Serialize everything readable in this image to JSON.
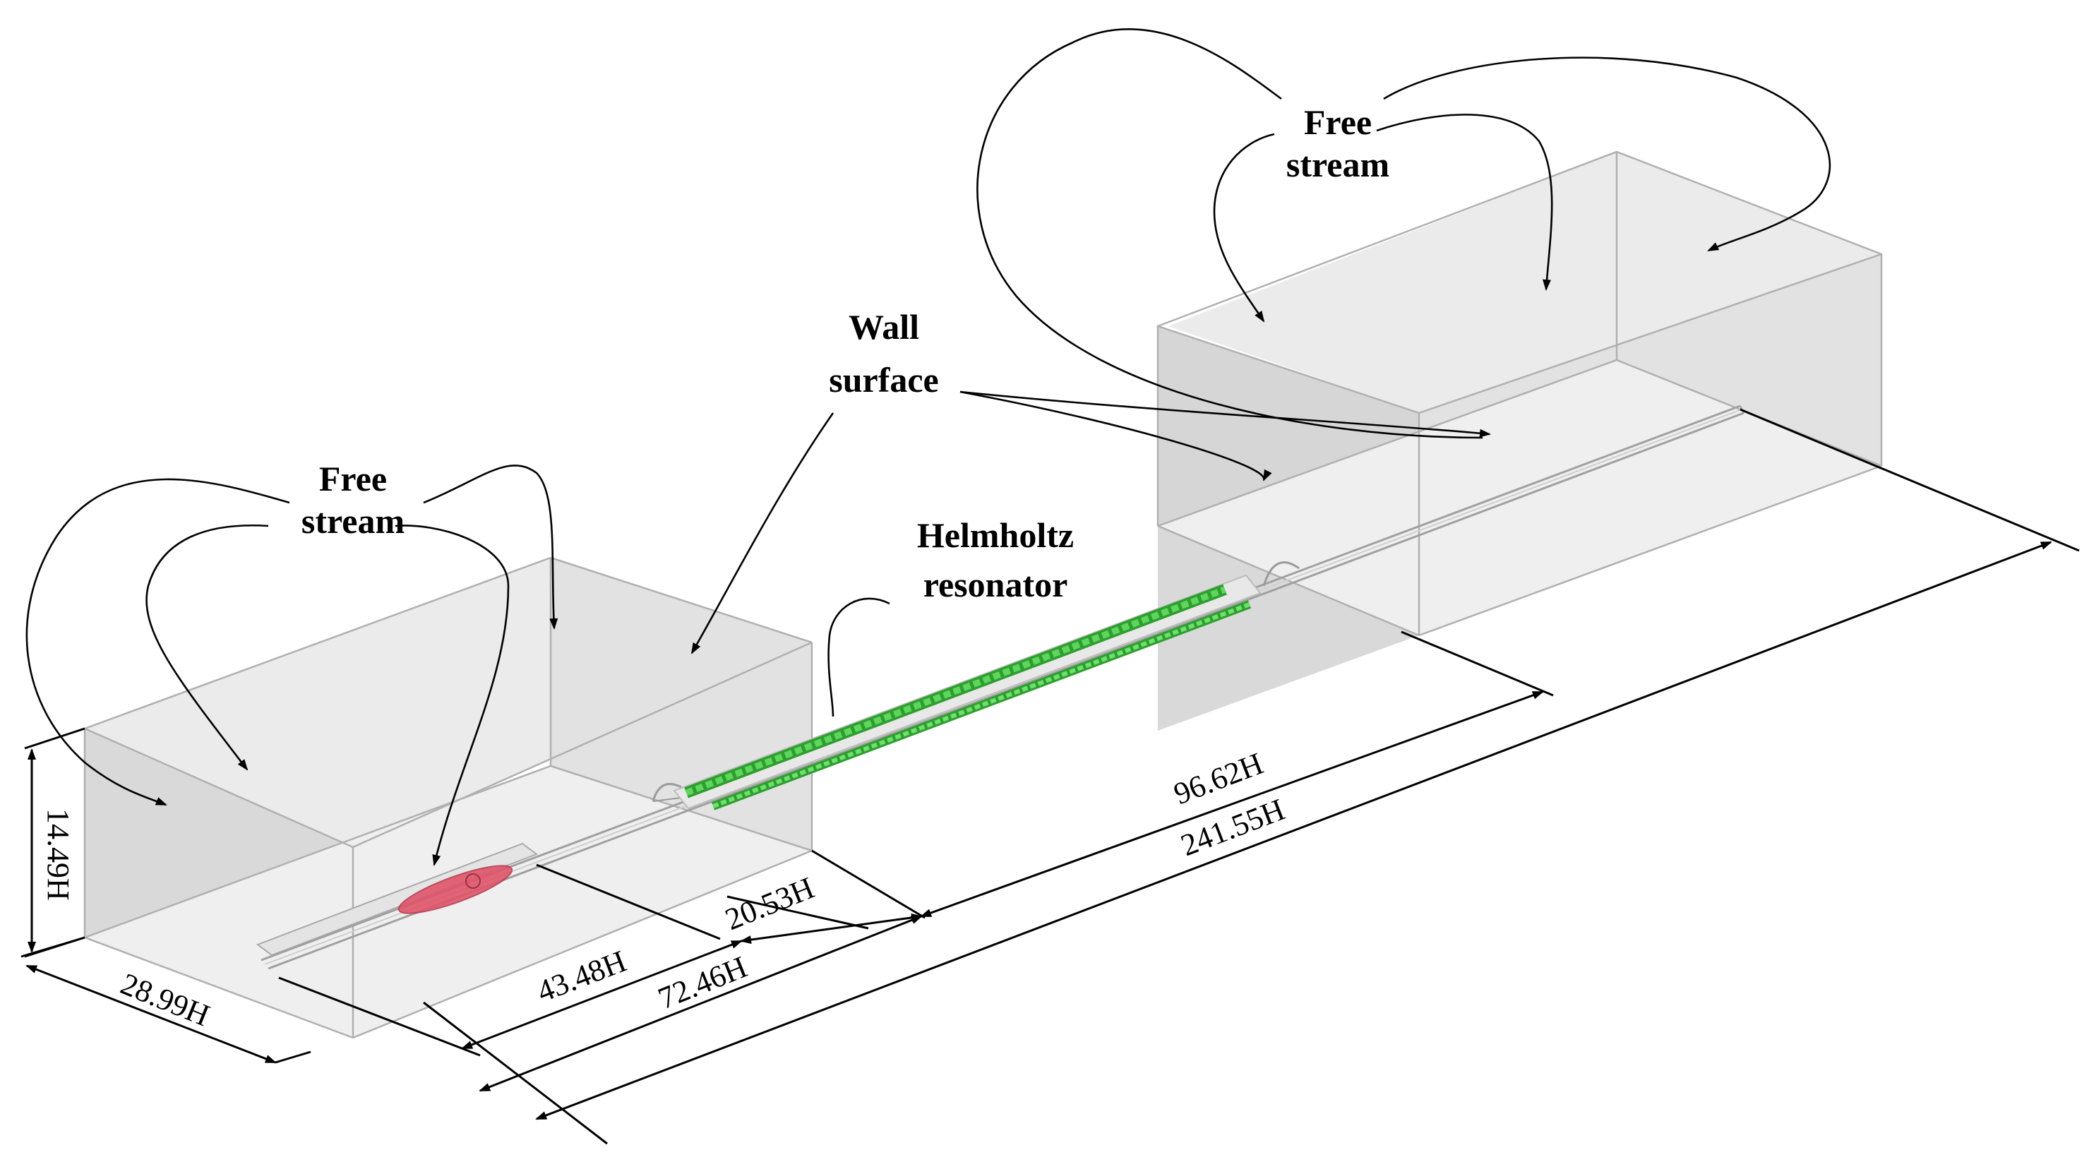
{
  "labels": {
    "free_stream_left": [
      "Free",
      "stream"
    ],
    "free_stream_right": [
      "Free",
      "stream"
    ],
    "wall_surface": [
      "Wall",
      "surface"
    ],
    "helmholtz": [
      "Helmholtz",
      "resonator"
    ]
  },
  "dimensions": {
    "height": "14.49H",
    "width": "28.99H",
    "d1": "43.48H",
    "d2": "20.53H",
    "d3": "72.46H",
    "d4": "96.62H",
    "d5": "241.55H"
  },
  "colors": {
    "box_fill": "#e6e6e6",
    "box_edge": "#b0b0b0",
    "resonator_green": "#3fbf3f",
    "source_red": "#e0546a"
  }
}
